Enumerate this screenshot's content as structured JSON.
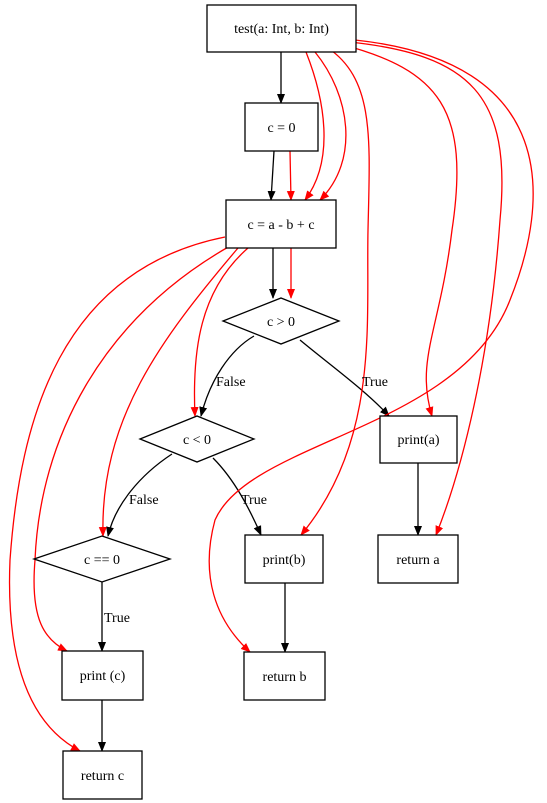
{
  "colors": {
    "control_flow": "#000000",
    "data_flow": "#ff0000",
    "node_border": "#000000",
    "background": "#ffffff"
  },
  "nodes": {
    "test": "test(a: Int, b: Int)",
    "c_assign_zero": "c = 0",
    "c_assign_expr": "c = a - b + c",
    "cond_c_gt_0": "c > 0",
    "cond_c_lt_0": "c < 0",
    "cond_c_eq_0": "c == 0",
    "print_a": "print(a)",
    "print_b": "print(b)",
    "print_c": "print (c)",
    "return_a": "return a",
    "return_b": "return b",
    "return_c": "return c"
  },
  "edge_labels": {
    "gt_false": "False",
    "gt_true": "True",
    "lt_false": "False",
    "lt_true": "True",
    "eq_true": "True"
  }
}
